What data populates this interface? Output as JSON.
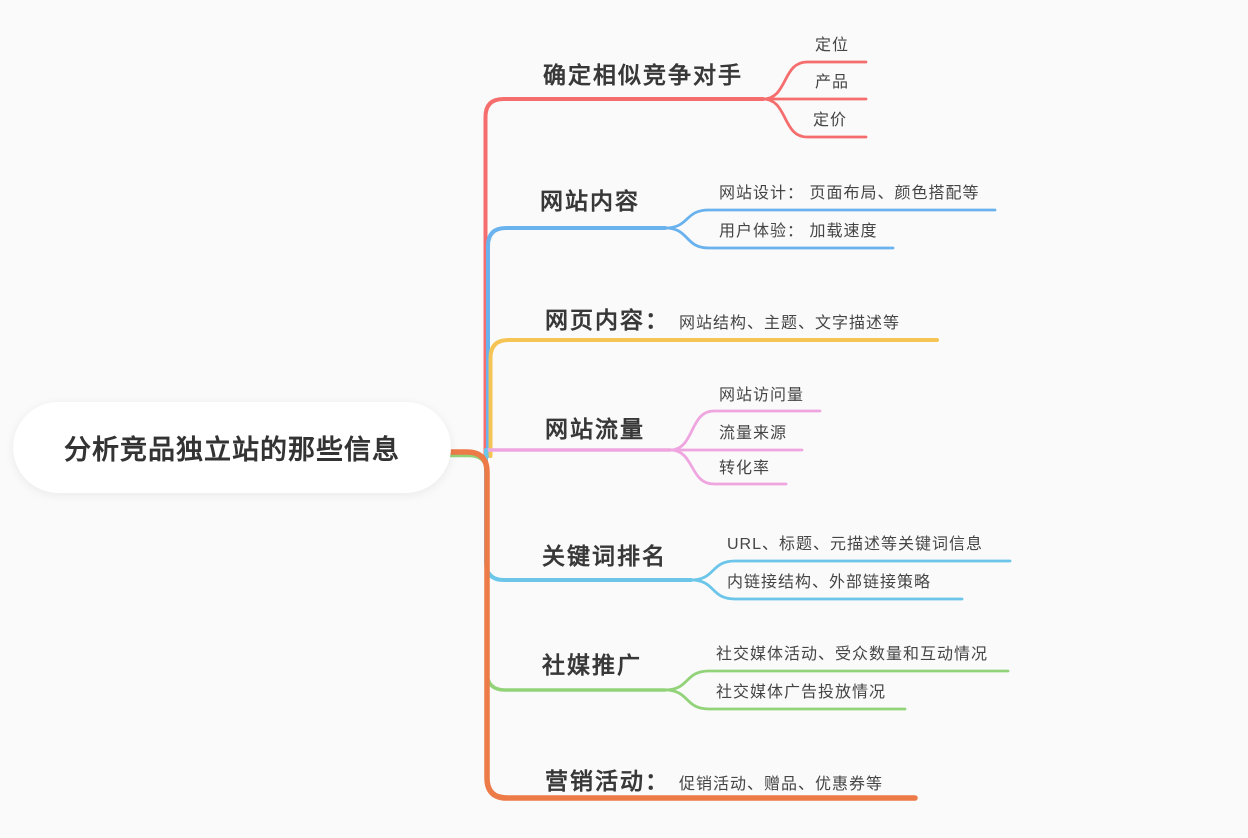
{
  "root": {
    "label": "分析竞品独立站的那些信息"
  },
  "branches": [
    {
      "label": "确定相似竞争对手",
      "color": "#f56d6d",
      "children": [
        {
          "label": "定位"
        },
        {
          "label": "产品"
        },
        {
          "label": "定价"
        }
      ]
    },
    {
      "label": "网站内容",
      "color": "#69b2ee",
      "children": [
        {
          "label": "网站设计： 页面布局、颜色搭配等"
        },
        {
          "label": "用户体验： 加载速度"
        }
      ]
    },
    {
      "label": "网页内容：",
      "inline_text": "网站结构、主题、文字描述等",
      "color": "#f5c455"
    },
    {
      "label": "网站流量",
      "color": "#efa6e0",
      "children": [
        {
          "label": "网站访问量"
        },
        {
          "label": "流量来源"
        },
        {
          "label": "转化率"
        }
      ]
    },
    {
      "label": "关键词排名",
      "color": "#6cc6e9",
      "children": [
        {
          "label": "URL、标题、元描述等关键词信息"
        },
        {
          "label": "内链接结构、外部链接策略"
        }
      ]
    },
    {
      "label": "社媒推广",
      "color": "#92d37a",
      "children": [
        {
          "label": "社交媒体活动、受众数量和互动情况"
        },
        {
          "label": "社交媒体广告投放情况"
        }
      ]
    },
    {
      "label": "营销活动：",
      "inline_text": "促销活动、赠品、优惠券等",
      "color": "#ec7b48"
    }
  ]
}
